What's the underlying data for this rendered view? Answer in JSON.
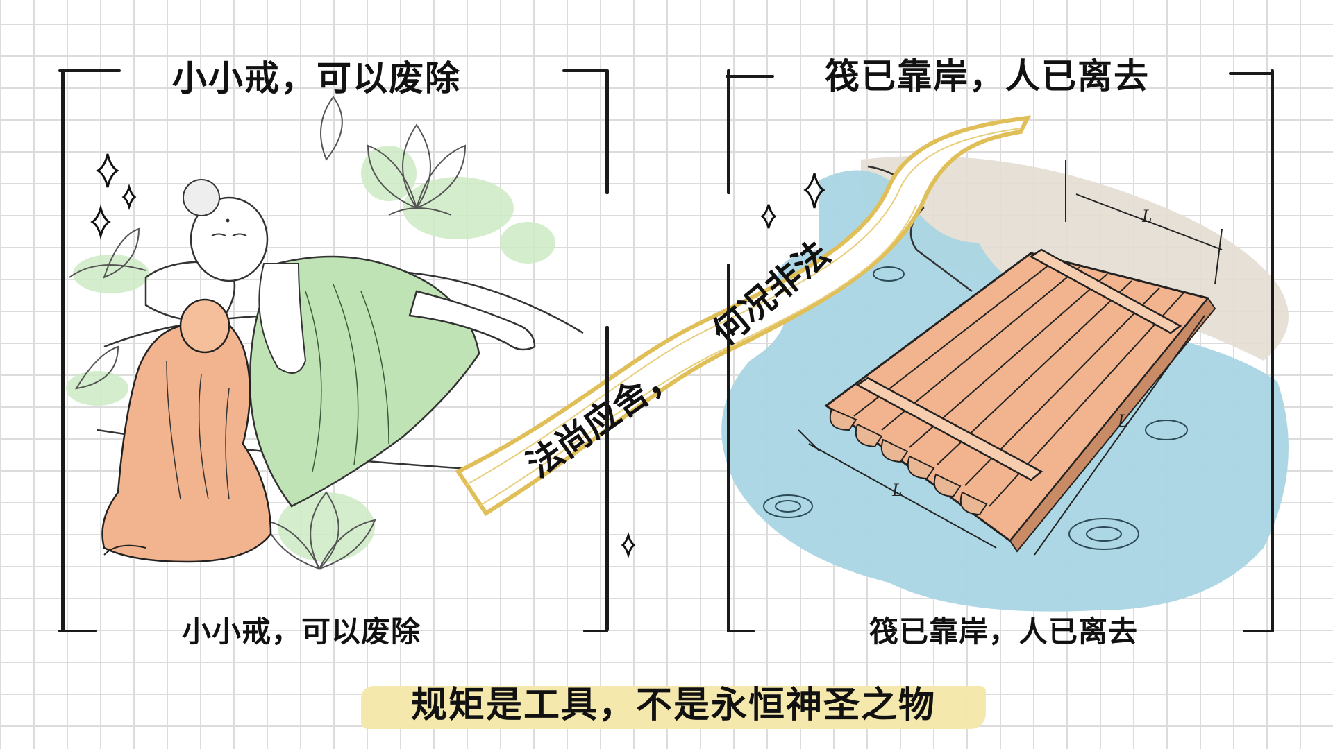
{
  "left_panel": {
    "title": "小小戒，可以废除",
    "caption": "小小戒，可以废除",
    "illustration": "reclining-buddha-with-kneeling-monk",
    "colors": {
      "robe": "#bfe3b4",
      "monk_robe": "#f2b48e",
      "lotus": "#cdebc4"
    }
  },
  "right_panel": {
    "title": "筏已靠岸，人已离去",
    "caption": "筏已靠岸，人已离去",
    "illustration": "wooden-raft-at-shore",
    "dimension_labels": [
      "L",
      "L",
      "L"
    ],
    "colors": {
      "water": "#a9d5e3",
      "raft": "#f2b48e",
      "shore": "#e3ddd2"
    }
  },
  "ribbon": {
    "text_part1": "法尚应舍，",
    "text_part2": "何况非法",
    "color": "#e0bf58"
  },
  "summary": {
    "text": "规矩是工具，不是永恒神圣之物",
    "highlight_color": "#f3e7a8"
  },
  "background": {
    "grid_color": "#dcdcdc"
  }
}
